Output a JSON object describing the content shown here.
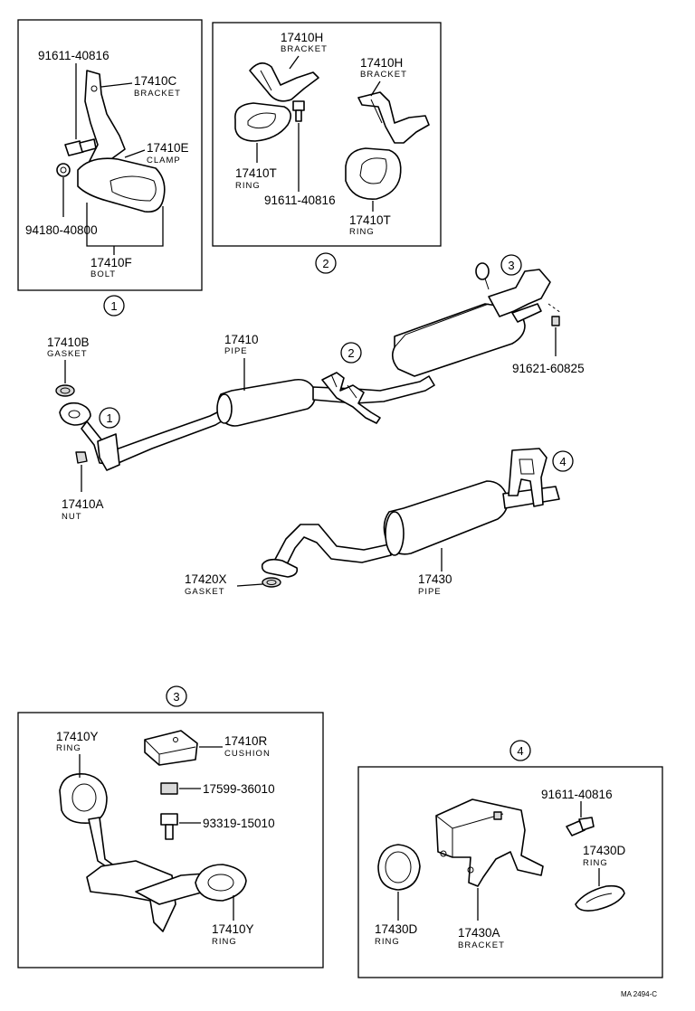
{
  "footer_code": "MA 2494-C",
  "circles": {
    "c1": "1",
    "c2": "2",
    "c3": "3",
    "c4": "4"
  },
  "labels": {
    "p91611_40816_a": "91611-40816",
    "p17410C": "17410C",
    "p17410C_sub": "BRACKET",
    "p17410E": "17410E",
    "p17410E_sub": "CLAMP",
    "p94180_40800": "94180-40800",
    "p17410F": "17410F",
    "p17410F_sub": "BOLT",
    "p17410H_a": "17410H",
    "p17410H_a_sub": "BRACKET",
    "p17410H_b": "17410H",
    "p17410H_b_sub": "BRACKET",
    "p17410T_a": "17410T",
    "p17410T_a_sub": "RING",
    "p91611_40816_b": "91611-40816",
    "p17410T_b": "17410T",
    "p17410T_b_sub": "RING",
    "p91621_60825": "91621-60825",
    "p17410B": "17410B",
    "p17410B_sub": "GASKET",
    "p17410": "17410",
    "p17410_sub": "PIPE",
    "p17410A": "17410A",
    "p17410A_sub": "NUT",
    "p17420X": "17420X",
    "p17420X_sub": "GASKET",
    "p17430": "17430",
    "p17430_sub": "PIPE",
    "p17410Y_a": "17410Y",
    "p17410Y_a_sub": "RING",
    "p17410R": "17410R",
    "p17410R_sub": "CUSHION",
    "p17599_36010": "17599-36010",
    "p93319_15010": "93319-15010",
    "p17410Y_b": "17410Y",
    "p17410Y_b_sub": "RING",
    "p91611_40816_c": "91611-40816",
    "p17430D_a": "17430D",
    "p17430D_a_sub": "RING",
    "p17430D_b": "17430D",
    "p17430D_b_sub": "RING",
    "p17430A": "17430A",
    "p17430A_sub": "BRACKET"
  }
}
